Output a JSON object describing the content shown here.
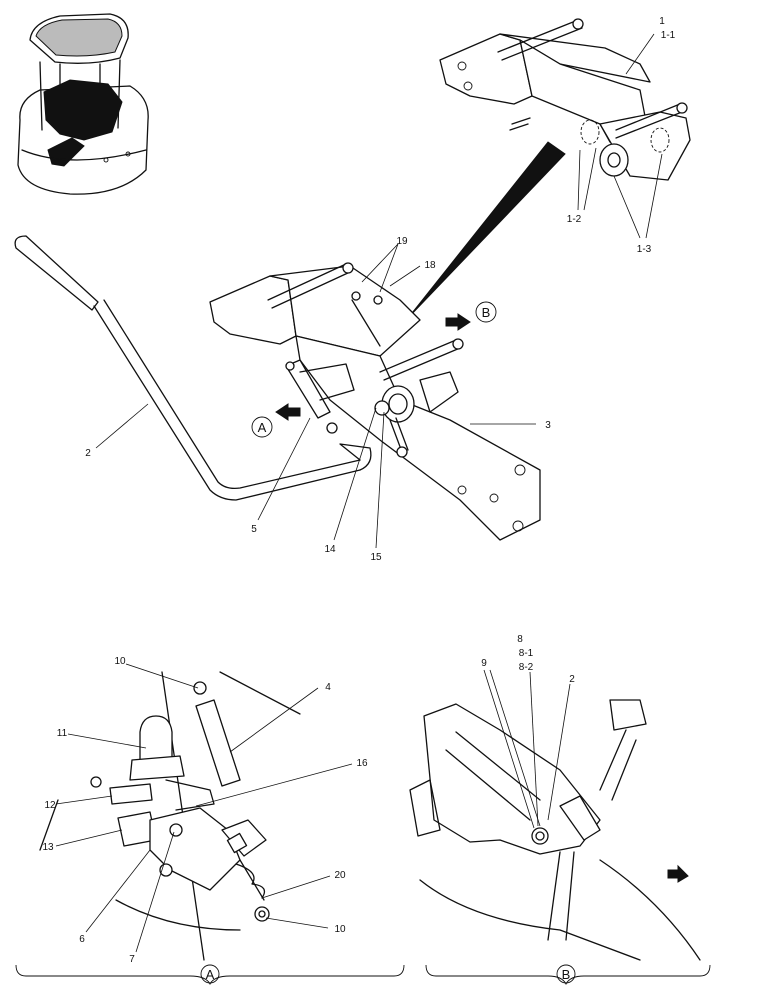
{
  "callouts": {
    "c1": "1",
    "c1_1": "1-1",
    "c1_2": "1-2",
    "c1_3": "1-3",
    "c2": "2",
    "c3": "3",
    "c5": "5",
    "c14": "14",
    "c15": "15",
    "c18": "18",
    "c19": "19",
    "c4": "4",
    "c6": "6",
    "c7": "7",
    "c10a": "10",
    "c10b": "10",
    "c11": "11",
    "c12": "12",
    "c13": "13",
    "c16": "16",
    "c20": "20",
    "c8": "8",
    "c8_1": "8-1",
    "c8_2": "8-2",
    "c9": "9",
    "c2b": "2"
  },
  "view_markers": {
    "a_arrow": "A",
    "b_arrow": "B",
    "a_detail": "A",
    "b_detail": "B"
  }
}
